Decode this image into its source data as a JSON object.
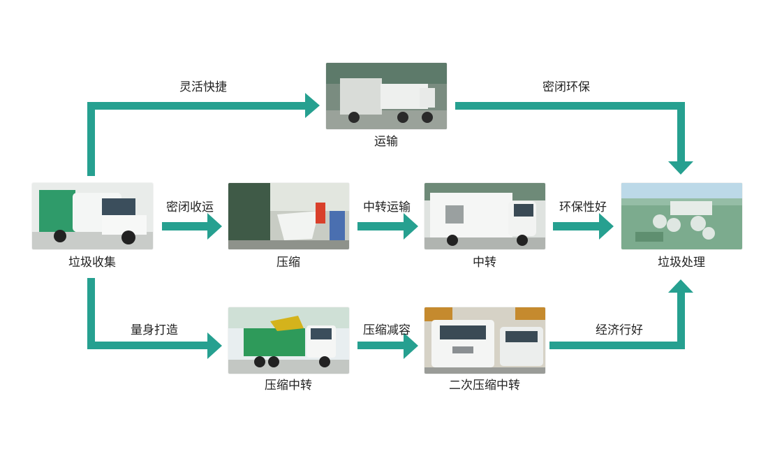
{
  "colors": {
    "arrow": "#26A090",
    "text": "#222222"
  },
  "nodes": {
    "collect": "垃圾收集",
    "transport": "运输",
    "compress": "压缩",
    "transfer": "中转",
    "treat": "垃圾处理",
    "compress_transfer": "压缩中转",
    "secondary": "二次压缩中转"
  },
  "edges": {
    "flexible": "灵活快捷",
    "sealed_env": "密闭环保",
    "sealed_collect": "密闭收运",
    "transfer_transport": "中转运输",
    "eco_friendly": "环保性好",
    "custom_built": "量身打造",
    "compress_reduce": "压缩减容",
    "economical": "经济行好"
  }
}
